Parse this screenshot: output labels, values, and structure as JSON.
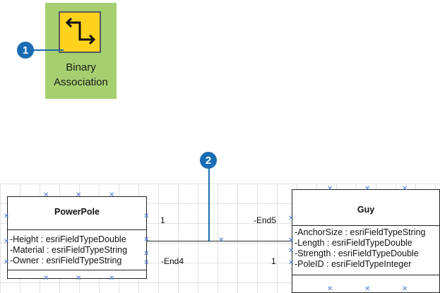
{
  "tool": {
    "label_line1": "Binary",
    "label_line2": "Association",
    "icon": "binary-association-connector-icon"
  },
  "callouts": [
    "1",
    "2"
  ],
  "classes": {
    "powerpole": {
      "title": "PowerPole",
      "attributes": [
        "-Height : esriFieldTypeDouble",
        "-Material : esriFieldTypeString",
        "-Owner : esriFieldTypeString"
      ]
    },
    "guy": {
      "title": "Guy",
      "attributes": [
        "-AnchorSize : esriFieldTypeString",
        "-Length : esriFieldTypeDouble",
        "-Strength : esriFieldTypeDouble",
        "-PoleID : esriFieldTypeInteger"
      ]
    }
  },
  "association": {
    "left_multiplicity": "1",
    "left_end": "-End4",
    "right_end": "-End5",
    "right_multiplicity": "1"
  },
  "colors": {
    "tool_bg": "#a6d070",
    "icon_bg": "#ffd21e",
    "callout": "#1a6db3",
    "handle": "#4a7ad4"
  }
}
